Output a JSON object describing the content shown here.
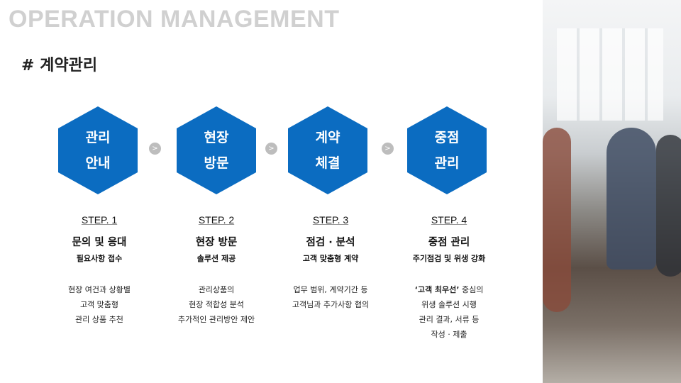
{
  "header": {
    "title": "OPERATION MANAGEMENT",
    "subtitle": "# 계약관리"
  },
  "colors": {
    "hex": "#0b6cc1",
    "arrow": "#bdbdbd",
    "title": "#d0d0d0"
  },
  "arrow_glyph": ">",
  "steps": [
    {
      "hex_line1": "관리",
      "hex_line2": "안내",
      "step": "STEP. 1",
      "name": "문의 및 응대",
      "summary": "필요사항 접수",
      "desc": [
        "현장 여건과 상황별",
        "고객 맞춤형",
        "관리 상품 추천"
      ]
    },
    {
      "hex_line1": "현장",
      "hex_line2": "방문",
      "step": "STEP. 2",
      "name": "현장 방문",
      "summary": "솔루션 제공",
      "desc": [
        "관리상품의",
        "현장 적합성 분석",
        "추가적인 관리방안 제안"
      ]
    },
    {
      "hex_line1": "계약",
      "hex_line2": "체결",
      "step": "STEP. 3",
      "name": "점검 · 분석",
      "summary": "고객 맞춤형 계약",
      "desc": [
        "업무 범위, 계약기간 등",
        "고객님과 추가사항 협의"
      ]
    },
    {
      "hex_line1": "중점",
      "hex_line2": "관리",
      "step": "STEP. 4",
      "name": "중점 관리",
      "summary": "주기점검 및 위생 강화",
      "desc_bold": "‘고객 최우선’",
      "desc_rest": " 중심의",
      "desc": [
        "위생 솔루션 시행",
        "관리 결과, 서류 등",
        "작성 · 제출"
      ]
    }
  ]
}
